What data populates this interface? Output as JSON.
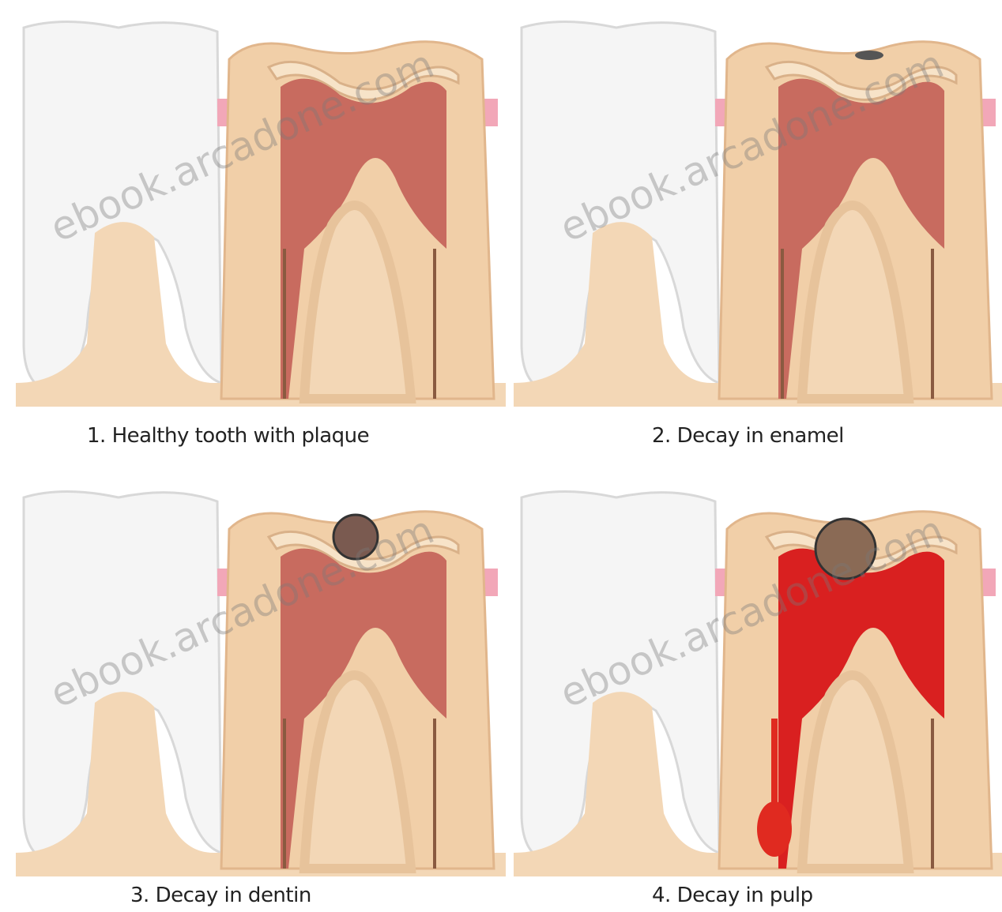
{
  "watermark_text": "ebook.arcadone.com",
  "panels": [
    {
      "id": "healthy",
      "caption": "1. Healthy tooth with plaque",
      "stage": 1
    },
    {
      "id": "enamel",
      "caption": "2. Decay in enamel",
      "stage": 2
    },
    {
      "id": "dentin",
      "caption": "3. Decay in dentin",
      "stage": 3
    },
    {
      "id": "pulp",
      "caption": "4. Decay in pulp",
      "stage": 4
    }
  ],
  "colors": {
    "enamel": "#f4f4f4",
    "dentin": "#f2d2b0",
    "bone": "#f5dcc0",
    "pulp": "#c86b5f",
    "pulp_infected": "#d92020",
    "gum": "#f2a7b8",
    "decay": "#7a5a50"
  }
}
